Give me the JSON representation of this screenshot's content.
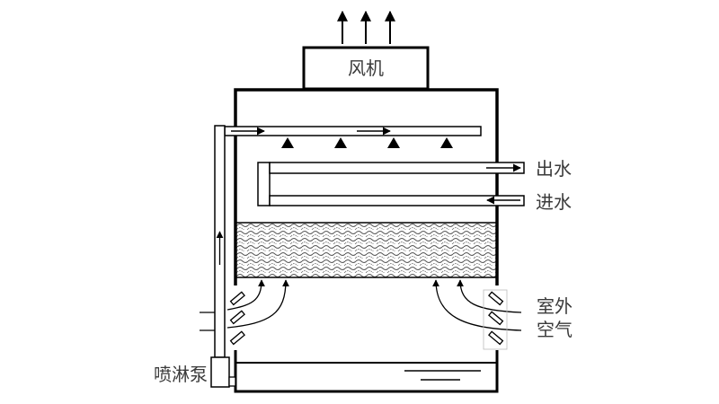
{
  "diagram": {
    "title": "Closed-circuit cooling tower schematic",
    "labels": {
      "fan": "风机",
      "water_out": "出水",
      "water_in": "进水",
      "outdoor_air_line1": "室外",
      "outdoor_air_line2": "空气",
      "spray_pump": "喷淋泵"
    },
    "components": [
      {
        "id": "fan",
        "label": "风机",
        "exhaust_arrows": 3
      },
      {
        "id": "spray-header",
        "nozzles": 4,
        "flow_arrows": 2
      },
      {
        "id": "coil",
        "outlet": "出水",
        "inlet": "进水"
      },
      {
        "id": "fill-media"
      },
      {
        "id": "air-inlet-louvers-left",
        "louvers": 3
      },
      {
        "id": "air-inlet-louvers-right",
        "louvers": 3
      },
      {
        "id": "water-basin"
      },
      {
        "id": "spray-pump",
        "label": "喷淋泵"
      }
    ],
    "colors": {
      "stroke": "#000000",
      "text": "#3a3a3a",
      "background": "#ffffff"
    }
  }
}
